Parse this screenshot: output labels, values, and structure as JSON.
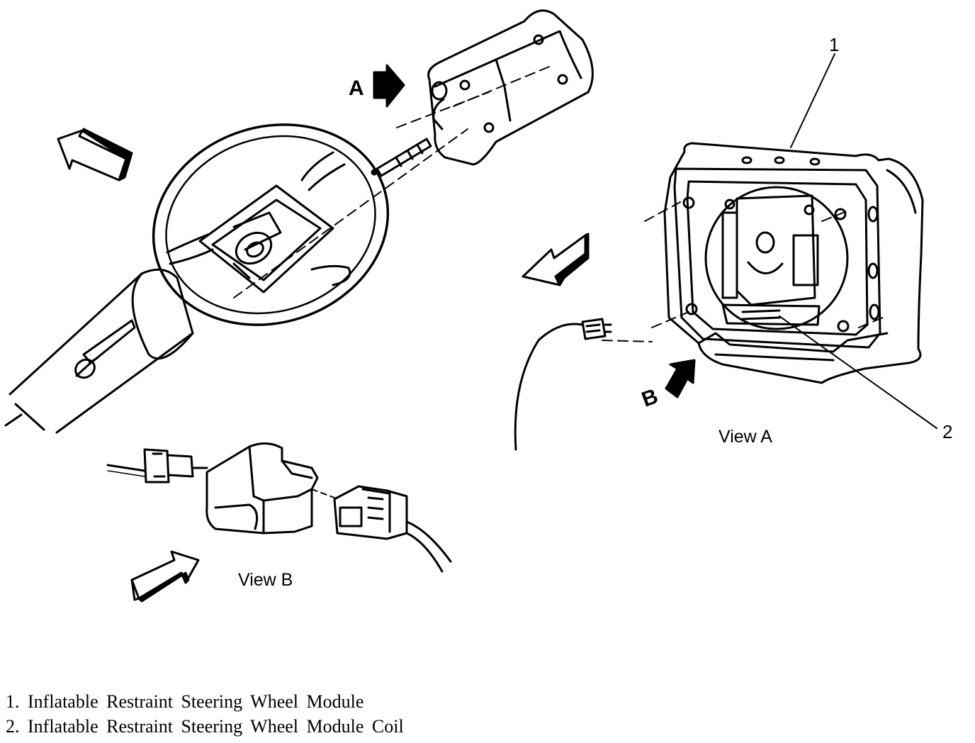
{
  "callouts": {
    "view_marker_a": "A",
    "view_marker_b": "B",
    "part_1": "1",
    "part_2": "2"
  },
  "views": {
    "view_a": "View A",
    "view_b": "View B"
  },
  "legend": [
    {
      "label": "1. Inflatable Restraint Steering Wheel Module"
    },
    {
      "label": "2. Inflatable Restraint Steering Wheel Module Coil"
    }
  ]
}
